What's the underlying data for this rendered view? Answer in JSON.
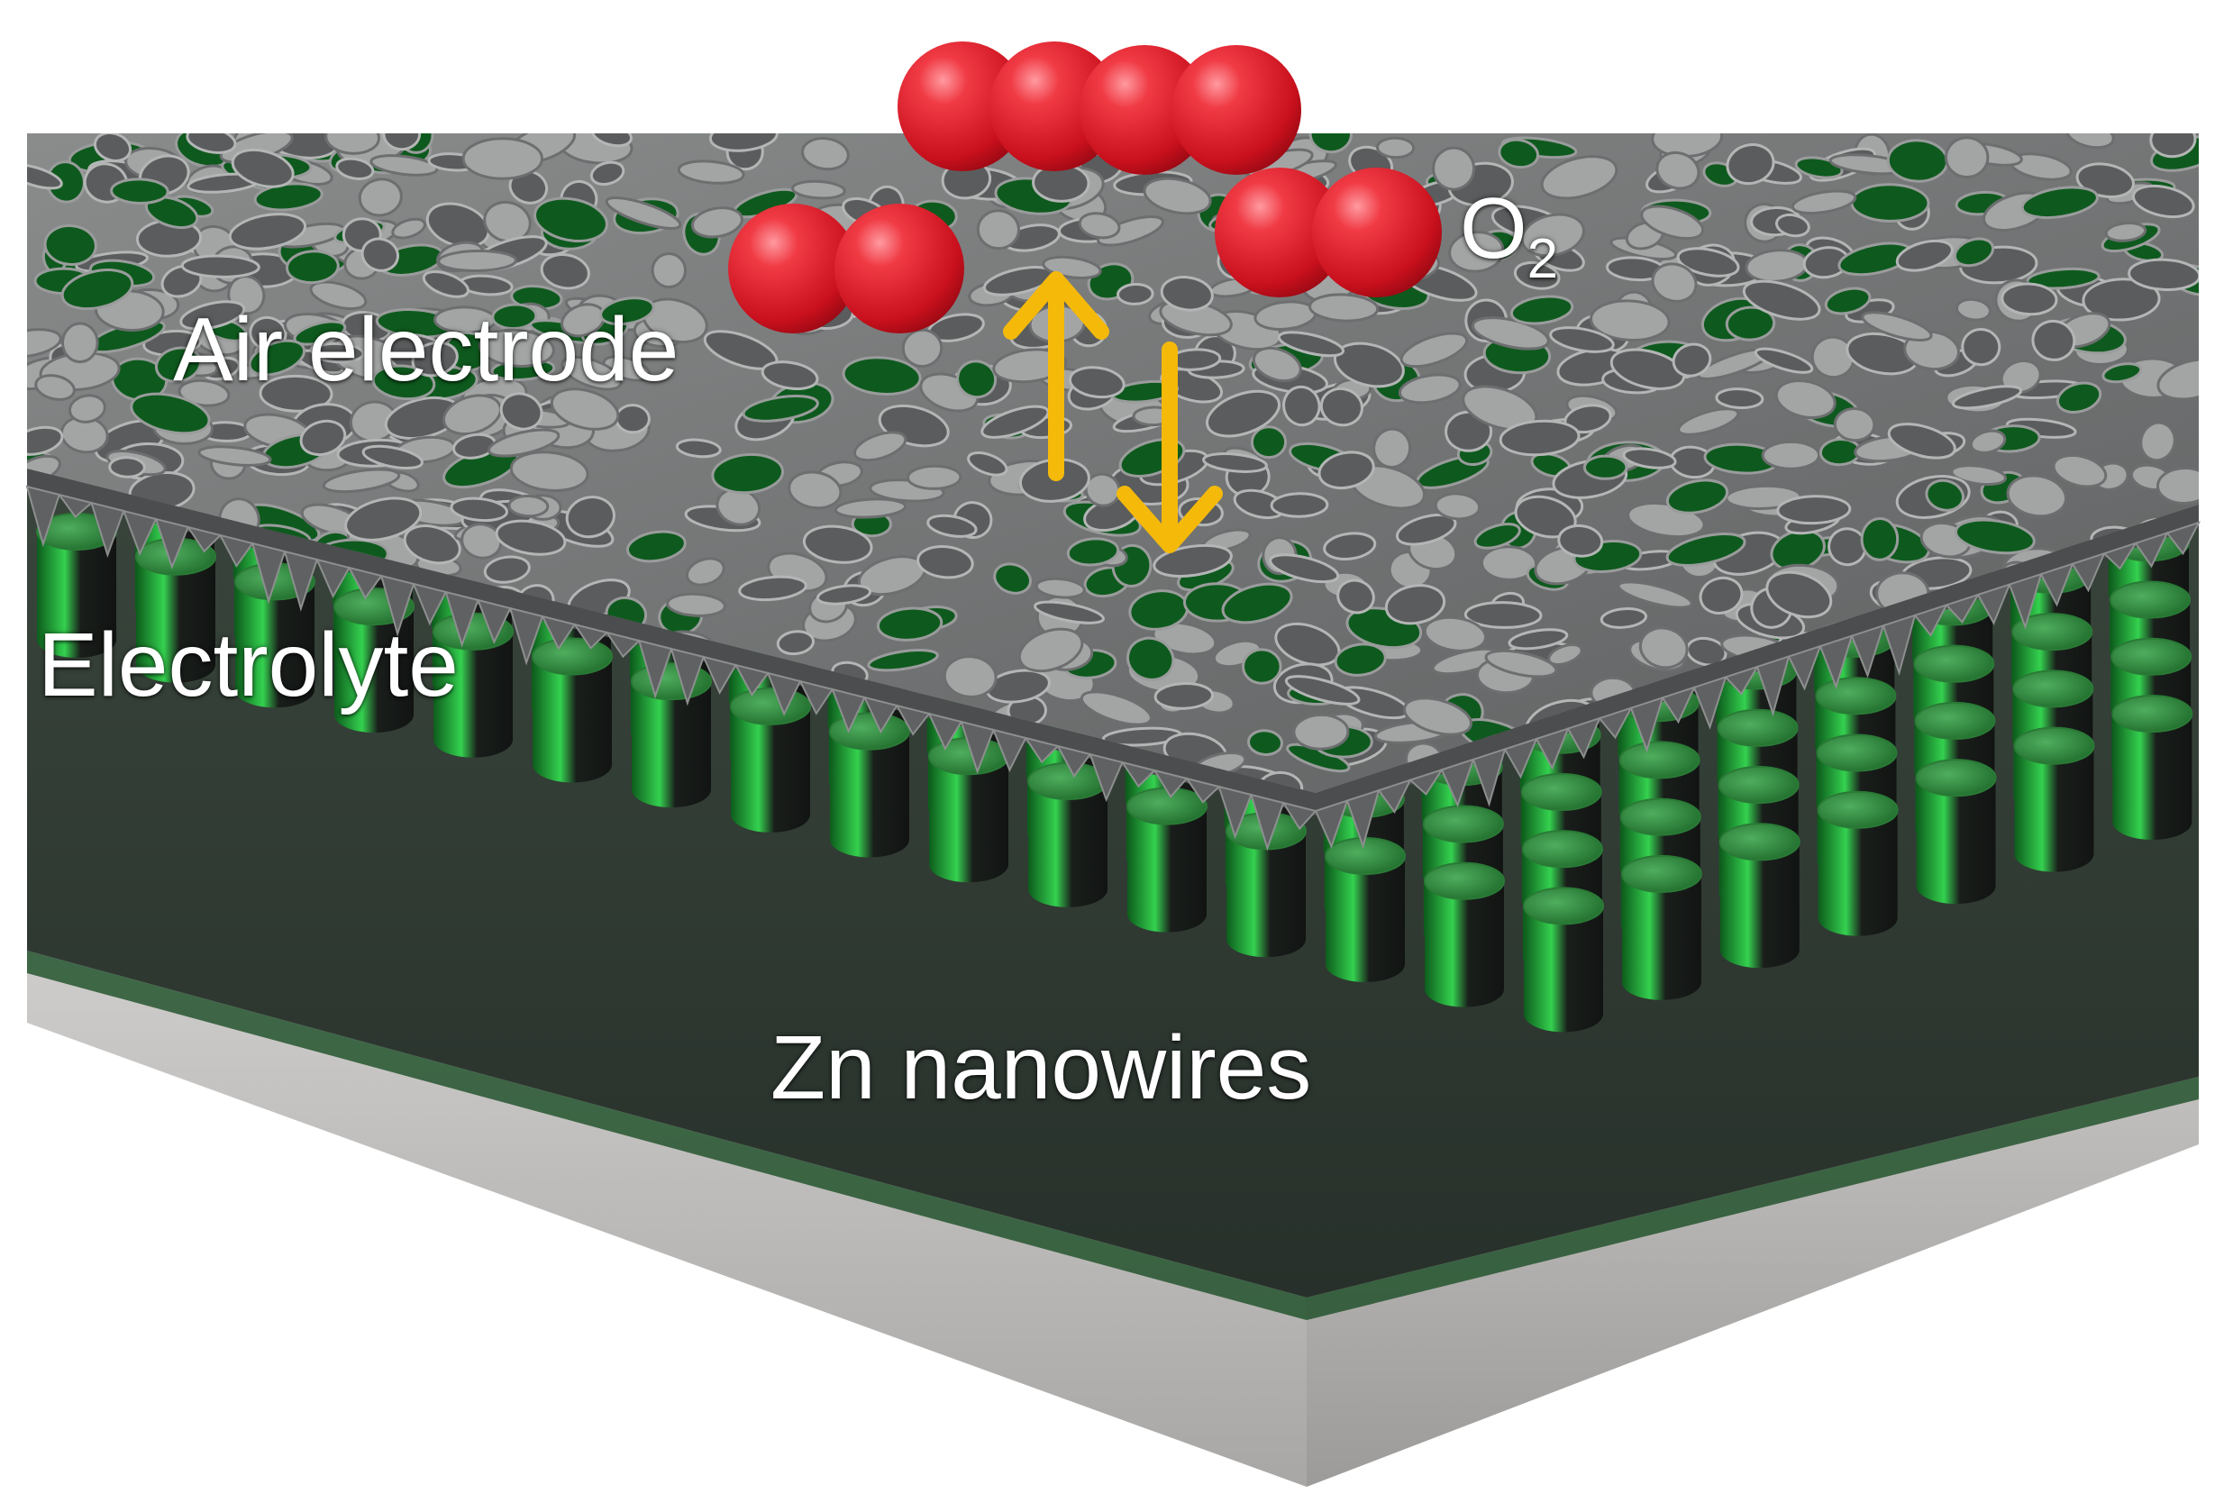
{
  "labels": {
    "air_electrode": "Air electrode",
    "electrolyte": "Electrolyte",
    "zn_nanowires": "Zn nanowires",
    "o2_base": "O",
    "o2_subscript": "2"
  },
  "colors": {
    "oxygen_atom": "#e8222e",
    "arrow": "#f5b90a",
    "nanowire_green": "#1fa83a",
    "nanowire_dark": "#1b1f1c",
    "electrode_gray": "#7a7c7c",
    "substrate": "#b4b2b0",
    "pore_green": "#0e5a1e"
  },
  "icons": {
    "up_arrow": "up-arrow-icon",
    "down_arrow": "down-arrow-icon"
  }
}
